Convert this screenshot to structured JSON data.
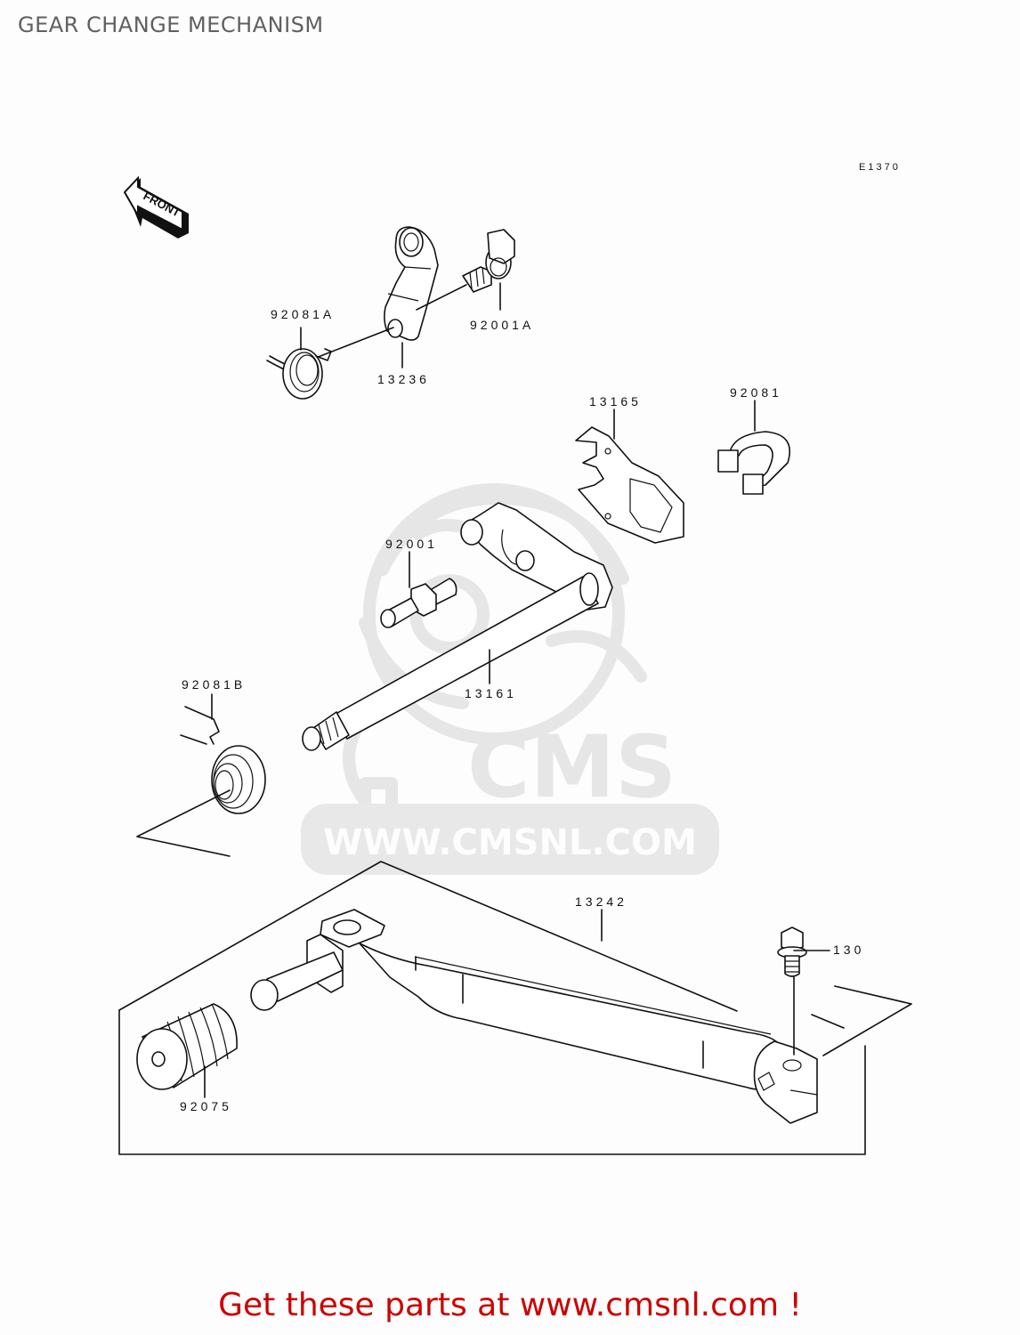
{
  "page": {
    "title": "GEAR CHANGE MECHANISM",
    "diagram_code": "E1370",
    "front_marker": "FRONT",
    "promo_text": "Get these parts at www.cmsnl.com !",
    "promo_color": "#cc0000"
  },
  "watermark": {
    "brand": "CMS",
    "url": "WWW.CMSNL.COM"
  },
  "parts": [
    {
      "id": "p-92081A",
      "number": "92081A",
      "name": "spring"
    },
    {
      "id": "p-13236",
      "number": "13236",
      "name": "lever"
    },
    {
      "id": "p-92001A",
      "number": "92001A",
      "name": "bolt"
    },
    {
      "id": "p-13165",
      "number": "13165",
      "name": "plate"
    },
    {
      "id": "p-92081",
      "number": "92081",
      "name": "clip spring"
    },
    {
      "id": "p-92001",
      "number": "92001",
      "name": "stud bolt"
    },
    {
      "id": "p-13161",
      "number": "13161",
      "name": "shift shaft"
    },
    {
      "id": "p-92081B",
      "number": "92081B",
      "name": "return spring"
    },
    {
      "id": "p-13242",
      "number": "13242",
      "name": "shift pedal"
    },
    {
      "id": "p-130",
      "number": "130",
      "name": "flanged bolt"
    },
    {
      "id": "p-92075",
      "number": "92075",
      "name": "pedal rubber"
    }
  ]
}
